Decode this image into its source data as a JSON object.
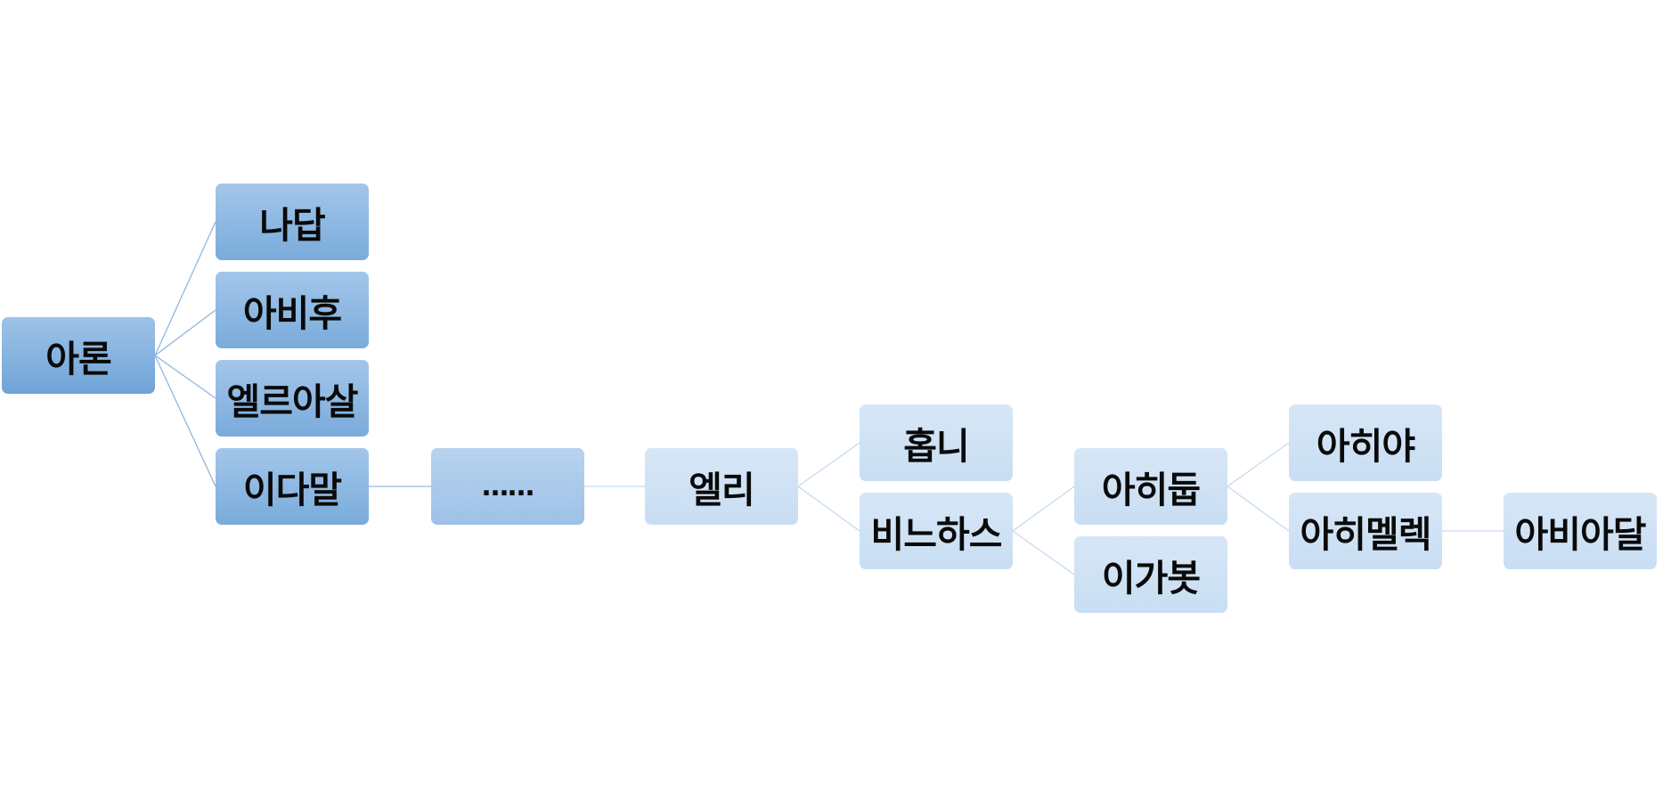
{
  "diagram": {
    "nodes": {
      "aron": "아론",
      "nadab": "나답",
      "abihu": "아비후",
      "eleazar": "엘르아살",
      "ithamar": "이다말",
      "ellipsis": "……",
      "eli": "엘리",
      "hophni": "홉니",
      "phinehas": "비느하스",
      "ahitub": "아히둡",
      "ichabod": "이가봇",
      "ahijah": "아히야",
      "ahimelech": "아히멜렉",
      "abiathar": "아비아달"
    },
    "edges": [
      [
        "aron",
        "nadab"
      ],
      [
        "aron",
        "abihu"
      ],
      [
        "aron",
        "eleazar"
      ],
      [
        "aron",
        "ithamar"
      ],
      [
        "ithamar",
        "ellipsis"
      ],
      [
        "ellipsis",
        "eli"
      ],
      [
        "eli",
        "hophni"
      ],
      [
        "eli",
        "phinehas"
      ],
      [
        "phinehas",
        "ahitub"
      ],
      [
        "phinehas",
        "ichabod"
      ],
      [
        "ahitub",
        "ahijah"
      ],
      [
        "ahitub",
        "ahimelech"
      ],
      [
        "ahimelech",
        "abiathar"
      ]
    ],
    "colors": {
      "level0": "#6fa3d7",
      "level1": "#7aabdb",
      "level2": "#9dc1e7",
      "level3": "#c9def3",
      "connector_dark": "#8fb7e0",
      "connector_light": "#c5daf0"
    }
  }
}
